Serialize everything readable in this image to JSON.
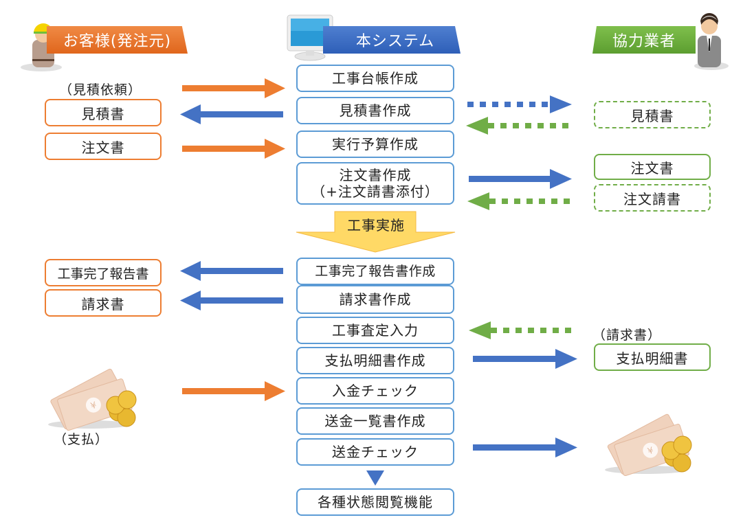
{
  "actors": {
    "customer": "お客様(発注元)",
    "system": "本システム",
    "partner": "協力業者"
  },
  "colors": {
    "customer": "#ed7d31",
    "system": "#4472c4",
    "system_box_border": "#5b9bd5",
    "partner": "#70ad47",
    "construction_arrow": "#ffd966"
  },
  "system_steps": [
    "工事台帳作成",
    "見積書作成",
    "実行予算作成",
    "注文書作成",
    "（+注文請書添付）",
    "工事完了報告書作成",
    "請求書作成",
    "工事査定入力",
    "支払明細書作成",
    "入金チェック",
    "送金一覧書作成",
    "送金チェック",
    "各種状態閲覧機能"
  ],
  "construction_label": "工事実施",
  "customer_side": {
    "estimate_request_label": "（見積依頼）",
    "estimate": "見積書",
    "order": "注文書",
    "completion_report": "工事完了報告書",
    "invoice": "請求書",
    "payment_label": "（支払）"
  },
  "partner_side": {
    "estimate": "見積書",
    "order": "注文書",
    "order_acceptance": "注文請書",
    "invoice_label": "（請求書）",
    "payment_statement": "支払明細書"
  },
  "icons": {
    "customer_avatar": "construction-worker-icon",
    "system_avatar": "computer-monitor-icon",
    "partner_avatar": "businessman-icon",
    "money": "yen-money-icon"
  }
}
